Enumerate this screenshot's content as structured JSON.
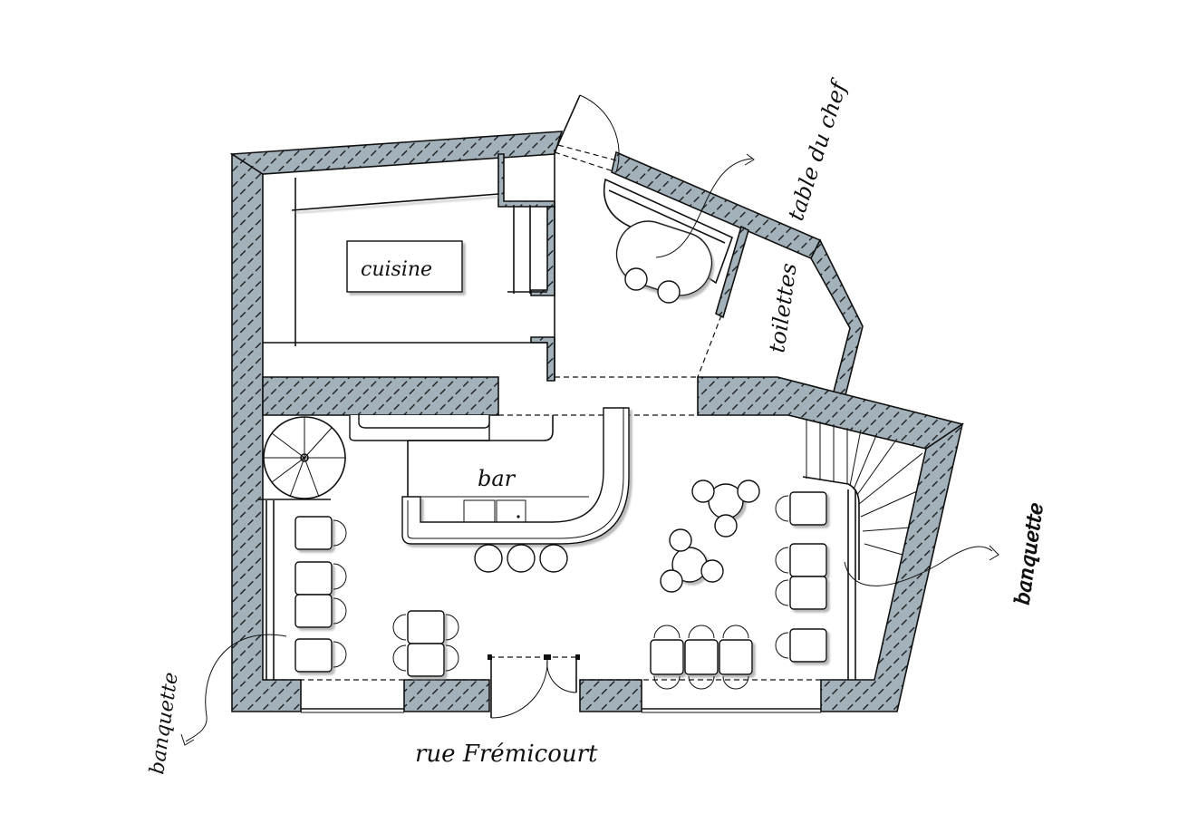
{
  "title": "Plan du restaurant",
  "labels": {
    "kitchen": "cuisine",
    "bar": "bar",
    "chef_table": "table du chef",
    "toilets": "toilettes",
    "banquette_left": "banquette",
    "banquette_right": "banquette",
    "street": "rue Frémicourt"
  },
  "colors": {
    "wall_fill": "#a3b1ba",
    "line": "#111111",
    "shadow": "#bdbdbd"
  }
}
